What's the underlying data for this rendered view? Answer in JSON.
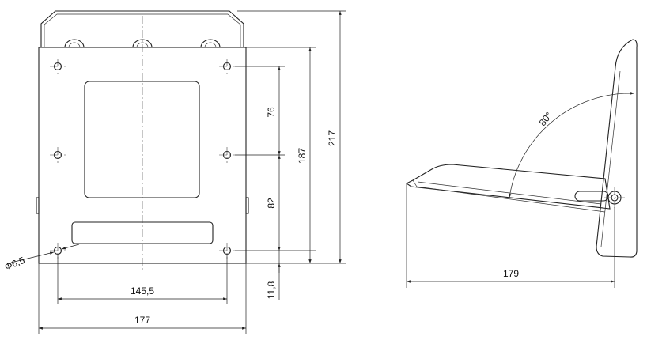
{
  "drawing": {
    "front_view": {
      "dims": {
        "hole_diameter": "Φ6,5",
        "hole_spacing_v_top": "76",
        "hole_spacing_v_bottom": "82",
        "hole_spacing_total": "187",
        "plate_height": "217",
        "hole_spacing_h": "145,5",
        "plate_width": "177",
        "hole_bottom_offset": "11,8"
      }
    },
    "side_view": {
      "dims": {
        "angle": "80°",
        "depth": "179"
      }
    }
  }
}
